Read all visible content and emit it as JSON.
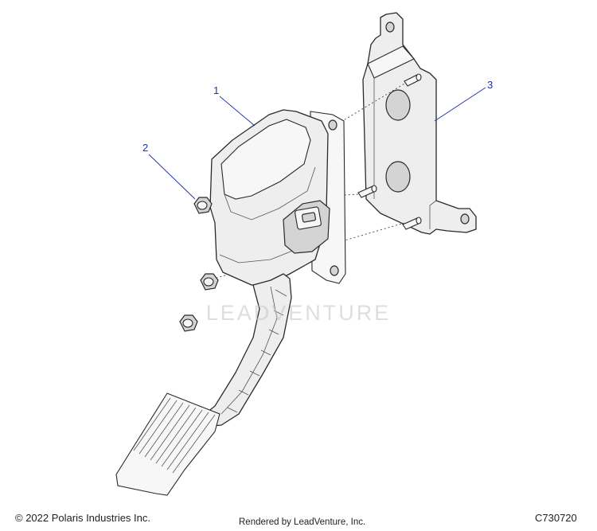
{
  "callouts": [
    {
      "label": "1"
    },
    {
      "label": "2"
    },
    {
      "label": "3"
    }
  ],
  "watermark": {
    "text": "LEADVENTURE"
  },
  "footer": {
    "copyright": "© 2022 Polaris Industries Inc.",
    "rendered_by": "Rendered by LeadVenture, Inc.",
    "diagram_id": "C730720"
  }
}
